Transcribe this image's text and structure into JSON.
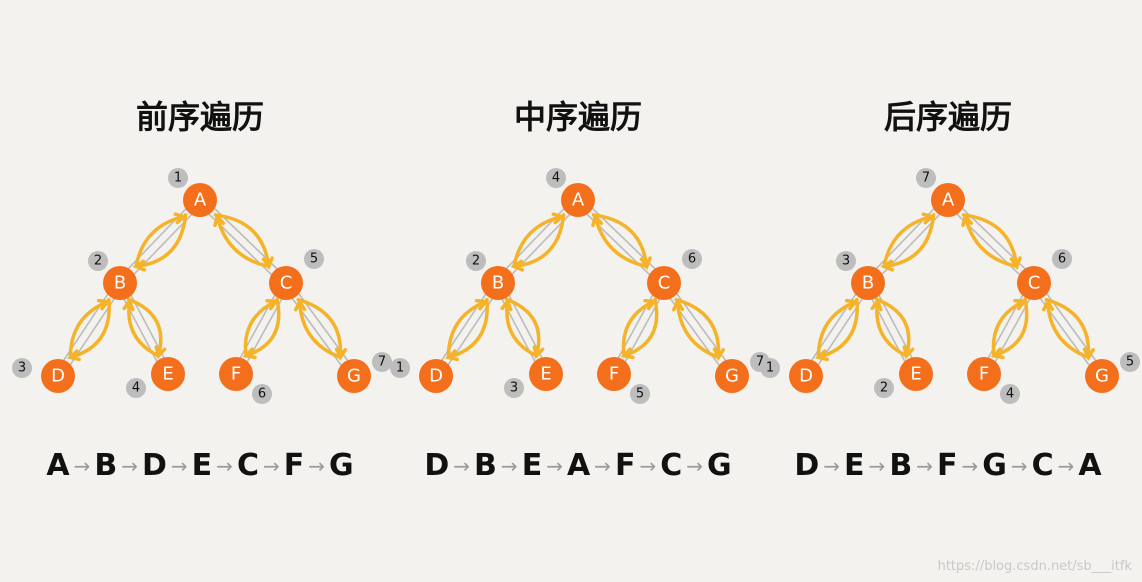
{
  "panels": [
    {
      "title": "前序遍历",
      "nodes": [
        {
          "label": "A",
          "order": "1"
        },
        {
          "label": "B",
          "order": "2"
        },
        {
          "label": "C",
          "order": "5"
        },
        {
          "label": "D",
          "order": "3"
        },
        {
          "label": "E",
          "order": "4"
        },
        {
          "label": "F",
          "order": "6"
        },
        {
          "label": "G",
          "order": "7"
        }
      ],
      "sequence": [
        "A",
        "B",
        "D",
        "E",
        "C",
        "F",
        "G"
      ]
    },
    {
      "title": "中序遍历",
      "nodes": [
        {
          "label": "A",
          "order": "4"
        },
        {
          "label": "B",
          "order": "2"
        },
        {
          "label": "C",
          "order": "6"
        },
        {
          "label": "D",
          "order": "1"
        },
        {
          "label": "E",
          "order": "3"
        },
        {
          "label": "F",
          "order": "5"
        },
        {
          "label": "G",
          "order": "7"
        }
      ],
      "sequence": [
        "D",
        "B",
        "E",
        "A",
        "F",
        "C",
        "G"
      ]
    },
    {
      "title": "后序遍历",
      "nodes": [
        {
          "label": "A",
          "order": "7"
        },
        {
          "label": "B",
          "order": "3"
        },
        {
          "label": "C",
          "order": "6"
        },
        {
          "label": "D",
          "order": "1"
        },
        {
          "label": "E",
          "order": "2"
        },
        {
          "label": "F",
          "order": "4"
        },
        {
          "label": "G",
          "order": "5"
        }
      ],
      "sequence": [
        "D",
        "E",
        "B",
        "F",
        "G",
        "C",
        "A"
      ]
    }
  ],
  "watermark": "https://blog.csdn.net/sb___itfk",
  "colors": {
    "node": "#f36f1b",
    "arrow": "#f5b32a",
    "badge": "#bdbdbd",
    "background": "#f4f2ee"
  }
}
